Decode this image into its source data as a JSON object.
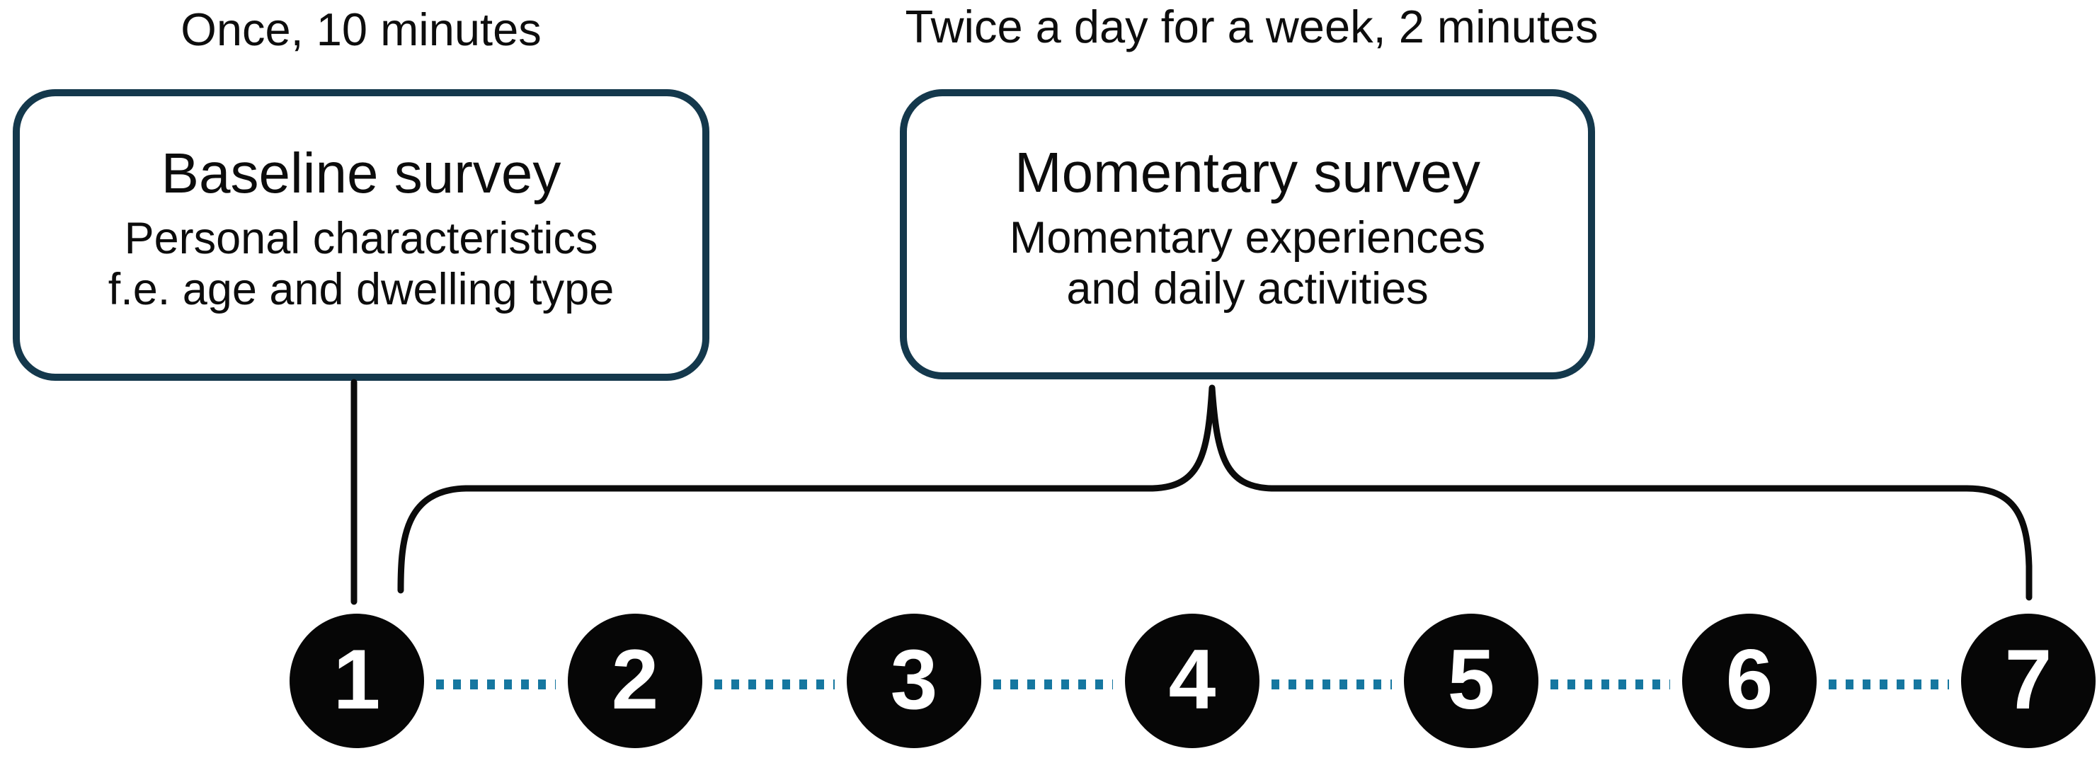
{
  "surveys": [
    {
      "frequency_label": "Once, 10 minutes",
      "title": "Baseline survey",
      "description_line1": "Personal characteristics",
      "description_line2": "f.e. age and dwelling type"
    },
    {
      "frequency_label": "Twice a day for a week, 2 minutes",
      "title": "Momentary survey",
      "description_line1": "Momentary experiences",
      "description_line2": "and daily activities"
    }
  ],
  "timeline": {
    "steps": [
      "1",
      "2",
      "3",
      "4",
      "5",
      "6",
      "7"
    ]
  },
  "colors": {
    "box_border": "#14384c",
    "connector_line": "#0b0b0b",
    "brace": "#0b0b0b",
    "dotted_connector": "#1577a0",
    "step_circle_fill": "#060606",
    "step_number": "#ffffff",
    "text": "#0d0d0d",
    "background": "#ffffff"
  }
}
